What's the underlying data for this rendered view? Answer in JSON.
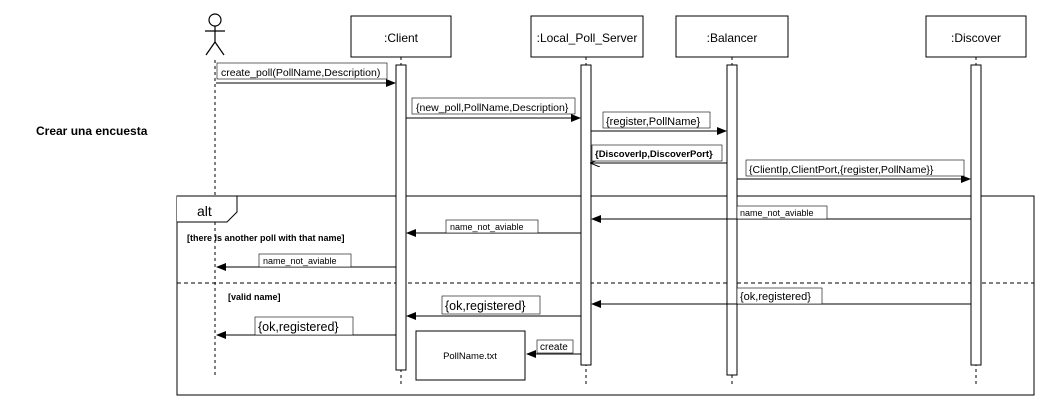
{
  "title": "Crear una encuesta",
  "participants": {
    "client": ":Client",
    "local": ":Local_Poll_Server",
    "balancer": ":Balancer",
    "discover": ":Discover"
  },
  "messages": {
    "m1": "create_poll(PollName,Description)",
    "m2": "{new_poll,PollName,Description}",
    "m3": "{register,PollName}",
    "m4": "{DiscoverIp,DiscoverPort}",
    "m5": "{ClientIp,ClientPort,{register,PollName}}",
    "m6": "name_not_aviable",
    "m7": "name_not_aviable",
    "m8": "name_not_aviable",
    "m9": "{ok,registered}",
    "m10": "{ok,registered}",
    "m11": "{ok,registered}",
    "m12": "create"
  },
  "alt": {
    "label": "alt",
    "guard1": "[there is another poll with that name]",
    "guard2": "[valid name]"
  },
  "file_box": "PollName.txt"
}
